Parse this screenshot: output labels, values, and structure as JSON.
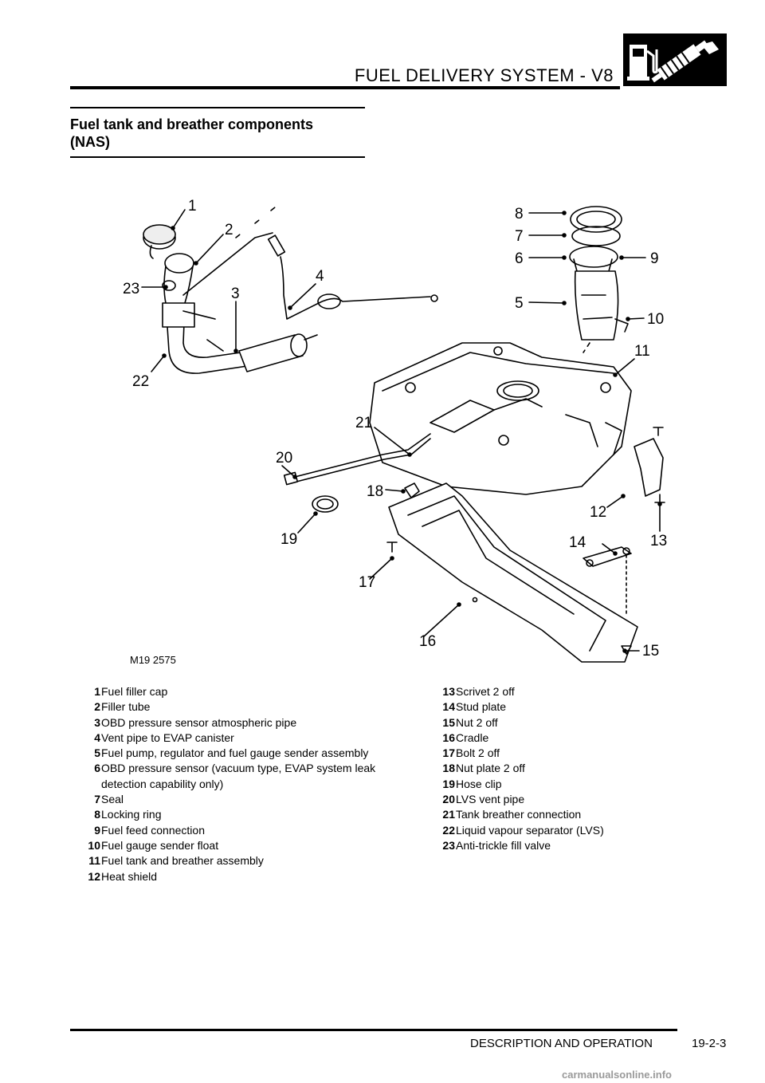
{
  "header": {
    "title": "FUEL DELIVERY SYSTEM - V8"
  },
  "section": {
    "title_line1": "Fuel tank and breather components",
    "title_line2": "(NAS)"
  },
  "figure": {
    "id": "M19 2575",
    "callouts": [
      "1",
      "2",
      "3",
      "4",
      "5",
      "6",
      "7",
      "8",
      "9",
      "10",
      "11",
      "12",
      "13",
      "14",
      "15",
      "16",
      "17",
      "18",
      "19",
      "20",
      "21",
      "22",
      "23"
    ]
  },
  "legend": [
    {
      "num": "1",
      "text": "Fuel filler cap"
    },
    {
      "num": "2",
      "text": "Filler tube"
    },
    {
      "num": "3",
      "text": "OBD pressure sensor atmospheric pipe"
    },
    {
      "num": "4",
      "text": "Vent pipe to EVAP canister"
    },
    {
      "num": "5",
      "text": "Fuel pump, regulator and fuel gauge sender assembly"
    },
    {
      "num": "6",
      "text": "OBD pressure sensor (vacuum type, EVAP system leak detection capability only)"
    },
    {
      "num": "7",
      "text": "Seal"
    },
    {
      "num": "8",
      "text": "Locking ring"
    },
    {
      "num": "9",
      "text": "Fuel feed connection"
    },
    {
      "num": "10",
      "text": "Fuel gauge sender float"
    },
    {
      "num": "11",
      "text": "Fuel tank and breather assembly"
    },
    {
      "num": "12",
      "text": "Heat shield"
    },
    {
      "num": "13",
      "text": "Scrivet 2 off"
    },
    {
      "num": "14",
      "text": "Stud plate"
    },
    {
      "num": "15",
      "text": "Nut 2 off"
    },
    {
      "num": "16",
      "text": "Cradle"
    },
    {
      "num": "17",
      "text": "Bolt 2 off"
    },
    {
      "num": "18",
      "text": "Nut plate 2 off"
    },
    {
      "num": "19",
      "text": "Hose clip"
    },
    {
      "num": "20",
      "text": "LVS vent pipe"
    },
    {
      "num": "21",
      "text": "Tank breather connection"
    },
    {
      "num": "22",
      "text": "Liquid vapour separator (LVS)"
    },
    {
      "num": "23",
      "text": "Anti-trickle fill valve"
    }
  ],
  "footer": {
    "section": "DESCRIPTION AND OPERATION",
    "page": "19-2-3"
  },
  "watermark": "carmanualsonline.info"
}
